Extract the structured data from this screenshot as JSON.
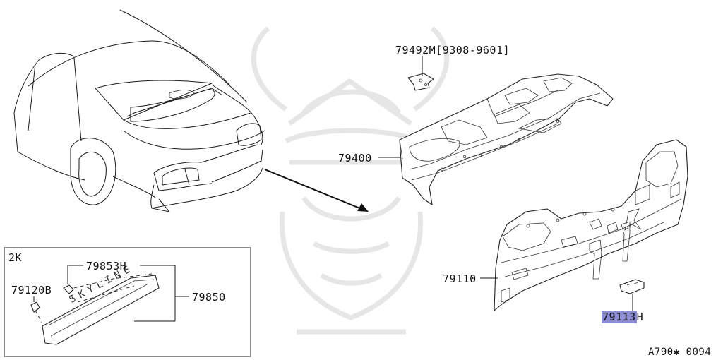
{
  "labels": {
    "part_79492M": "79492M[9308-9601]",
    "part_79400": "79400",
    "part_79110": "79110",
    "part_79113H": "79113",
    "part_79113H_suffix": "H",
    "inset_variant": "2K",
    "part_79853H": "79853H",
    "part_79120B": "79120B",
    "part_79850": "79850",
    "emblem_text": "SKYLINE",
    "figure_code": "A790✱ 0094"
  },
  "colors": {
    "highlight": "#8b8bd6",
    "line": "#1a1a1a",
    "watermark": "#e9e9e9"
  }
}
